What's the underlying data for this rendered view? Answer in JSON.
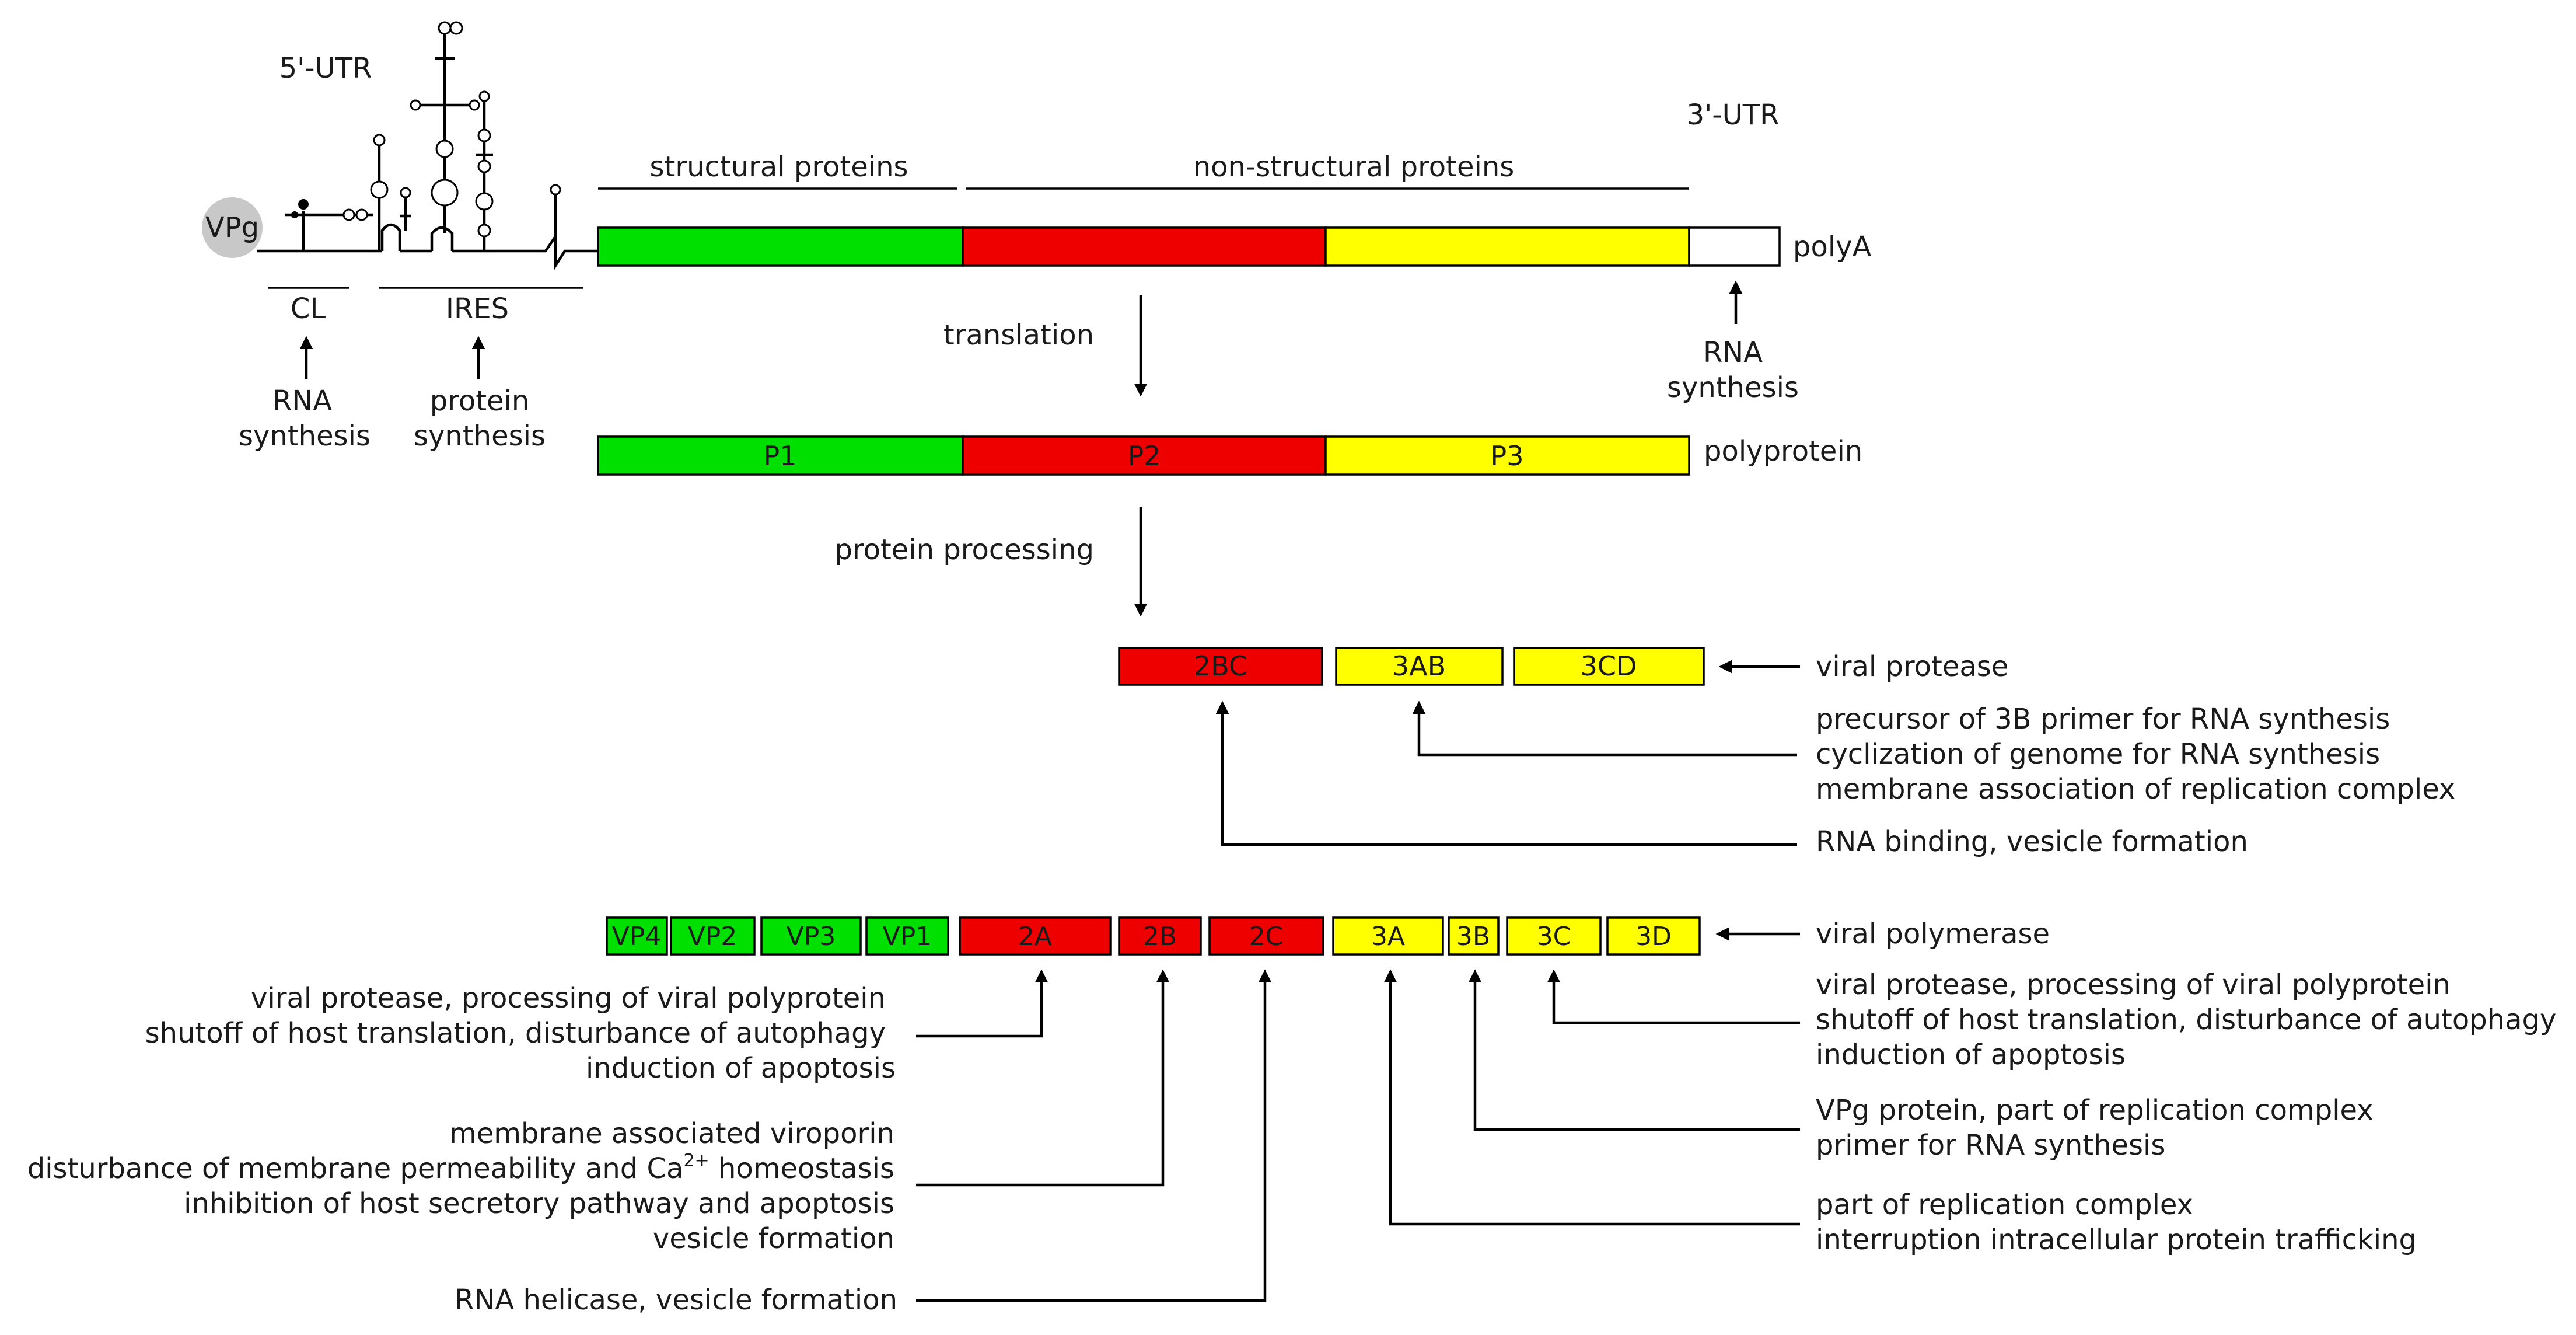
{
  "colors": {
    "structural": "#00e000",
    "p2": "#ee0000",
    "p3": "#ffff00",
    "utr3": "#ffffff",
    "vpg": "#c8c8c8",
    "line": "#000000"
  },
  "genome": {
    "vpg": "VPg",
    "utr5": "5'-UTR",
    "utr3": "3'-UTR",
    "structural_label": "structural  proteins",
    "nonstructural_label": "non-structural proteins",
    "polya": "polyA",
    "cl": "CL",
    "ires": "IRES",
    "cl_function": [
      "RNA",
      "synthesis"
    ],
    "ires_function": [
      "protein",
      "synthesis"
    ],
    "utr3_function": [
      "RNA",
      "synthesis"
    ]
  },
  "steps": {
    "translation": "translation",
    "processing": "protein processing"
  },
  "polyprotein": {
    "label": "polyprotein",
    "segments": [
      "P1",
      "P2",
      "P3"
    ]
  },
  "precursors": {
    "boxes": [
      "2BC",
      "3AB",
      "3CD"
    ],
    "protease_label": "viral protease",
    "ab_functions": [
      "precursor of 3B primer for RNA synthesis",
      "cyclization of genome for RNA synthesis",
      "membrane association of replication complex"
    ],
    "bc_function": "RNA binding, vesicle formation"
  },
  "mature": {
    "boxes": [
      "VP4",
      "VP2",
      "VP3",
      "VP1",
      "2A",
      "2B",
      "2C",
      "3A",
      "3B",
      "3C",
      "3D"
    ],
    "polymerase_label": "viral polymerase",
    "a2_functions": [
      "viral protease, processing of viral polyprotein",
      "shutoff of host translation, disturbance of autophagy",
      "induction of apoptosis"
    ],
    "b2_functions": {
      "line1": "membrane associated viroporin",
      "line2_pre": "disturbance of membrane permeability and Ca",
      "line2_sup": "2+",
      "line2_post": " homeostasis",
      "line3": "inhibition of host secretory pathway and apoptosis",
      "line4": "vesicle formation"
    },
    "c2_function": "RNA helicase, vesicle formation",
    "c3_functions": [
      "viral protease, processing of viral polyprotein",
      "shutoff of host translation, disturbance of autophagy",
      "induction of apoptosis"
    ],
    "b3_functions": [
      "VPg protein, part of replication complex",
      "primer for RNA synthesis"
    ],
    "a3_functions": [
      "part of replication complex",
      "interruption intracellular protein trafficking"
    ]
  }
}
